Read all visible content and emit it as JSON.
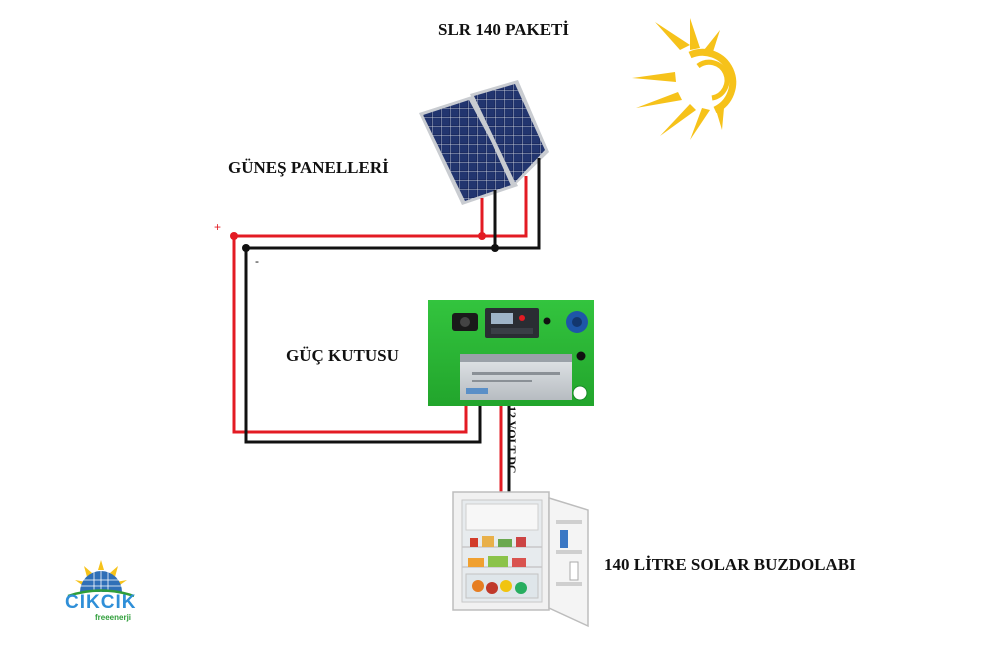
{
  "diagram": {
    "title": "SLR 140 PAKETİ",
    "panels_label": "GÜNEŞ PANELLERİ",
    "box_label": "GÜÇ KUTUSU",
    "fridge_label": "140 LİTRE SOLAR BUZDOLABI",
    "voltage_label": "12 VOLT DC",
    "plus_sign": "+",
    "minus_sign": "-"
  },
  "logo": {
    "name": "CIKCIK",
    "tagline": "freeenerji"
  },
  "colors": {
    "positive_wire": "#e31b23",
    "negative_wire": "#111111",
    "power_box": "#2fbf3a",
    "sun": "#f6c21a",
    "panel_cell": "#1b2a5e",
    "logo_blue": "#2f8fd8",
    "logo_green": "#2f9e3a"
  },
  "icons": [
    "sun-icon",
    "solar-panel-icon",
    "power-box-icon",
    "battery-icon",
    "charge-controller-icon",
    "refrigerator-icon",
    "logo-icon"
  ]
}
